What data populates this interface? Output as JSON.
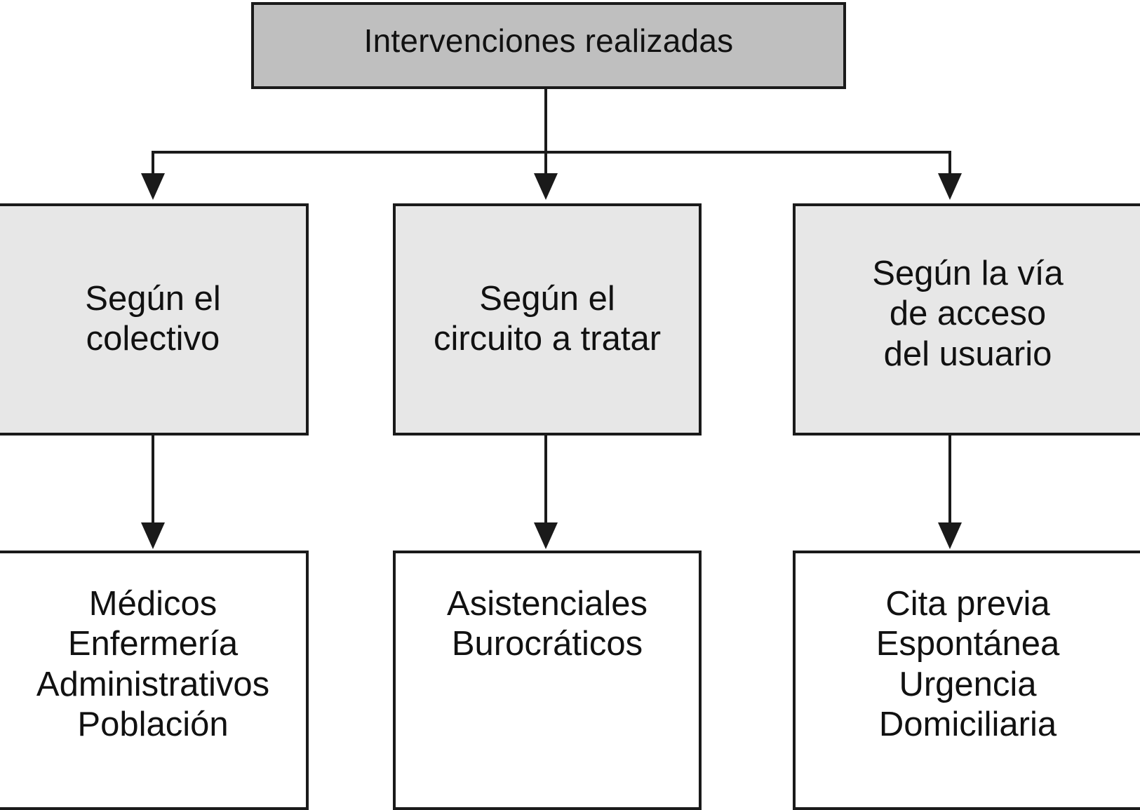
{
  "diagram": {
    "title": "Intervenciones realizadas",
    "root": {
      "label": "Intervenciones realizadas"
    },
    "branches": [
      {
        "criterion": "Según el\ncolectivo",
        "items": "Médicos\nEnfermería\nAdministrativos\nPoblación"
      },
      {
        "criterion": "Según el\ncircuito a tratar",
        "items": "Asistenciales\nBurocráticos"
      },
      {
        "criterion": "Según la vía\nde acceso\ndel usuario",
        "items": "Cita previa\nEspontánea\nUrgencia\nDomiciliaria"
      }
    ],
    "colors": {
      "root_fill": "#bfbfbf",
      "criterion_fill": "#e7e7e7",
      "leaf_fill": "#ffffff",
      "stroke": "#1a1a1a",
      "text": "#111111"
    }
  }
}
